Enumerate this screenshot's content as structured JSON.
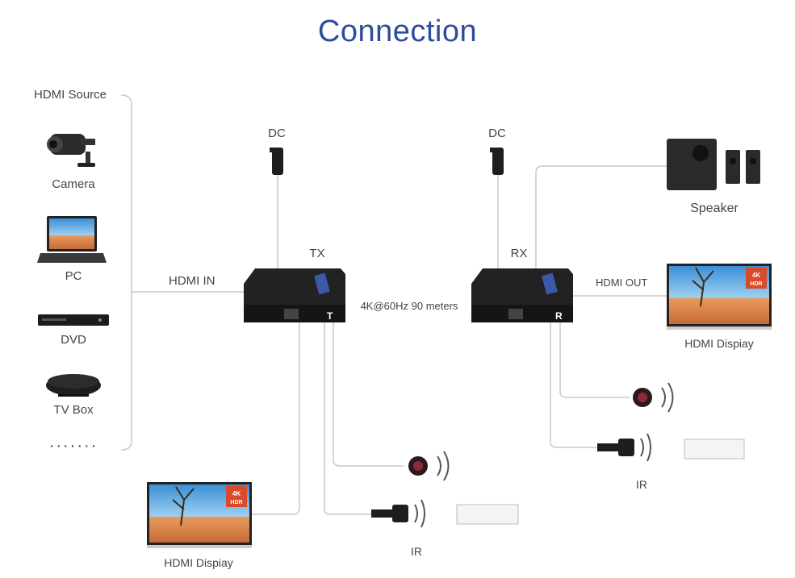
{
  "title": "Connection",
  "left": {
    "header": "HDMI Source",
    "sources": [
      {
        "label": "Camera",
        "icon": "camera-icon"
      },
      {
        "label": "PC",
        "icon": "laptop-icon"
      },
      {
        "label": "DVD",
        "icon": "dvd-player-icon"
      },
      {
        "label": "TV Box",
        "icon": "tv-box-icon"
      }
    ],
    "more": "·······"
  },
  "tx": {
    "label": "TX",
    "dc": "DC",
    "hdmi_in": "HDMI IN",
    "display": "HDMI Dispiay",
    "ir": "IR",
    "badge": "4K HDR",
    "device_letter": "T"
  },
  "rx": {
    "label": "RX",
    "dc": "DC",
    "hdmi_out": "HDMI OUT",
    "speaker": "Speaker",
    "display": "HDMI Dispiay",
    "ir": "IR",
    "badge": "4K HDR",
    "device_letter": "R"
  },
  "link": "4K@60Hz 90 meters",
  "colors": {
    "title": "#2d4c9c",
    "line": "#c8c8c8",
    "cable": "#5bc8d8",
    "device": "#1e1e1e"
  }
}
